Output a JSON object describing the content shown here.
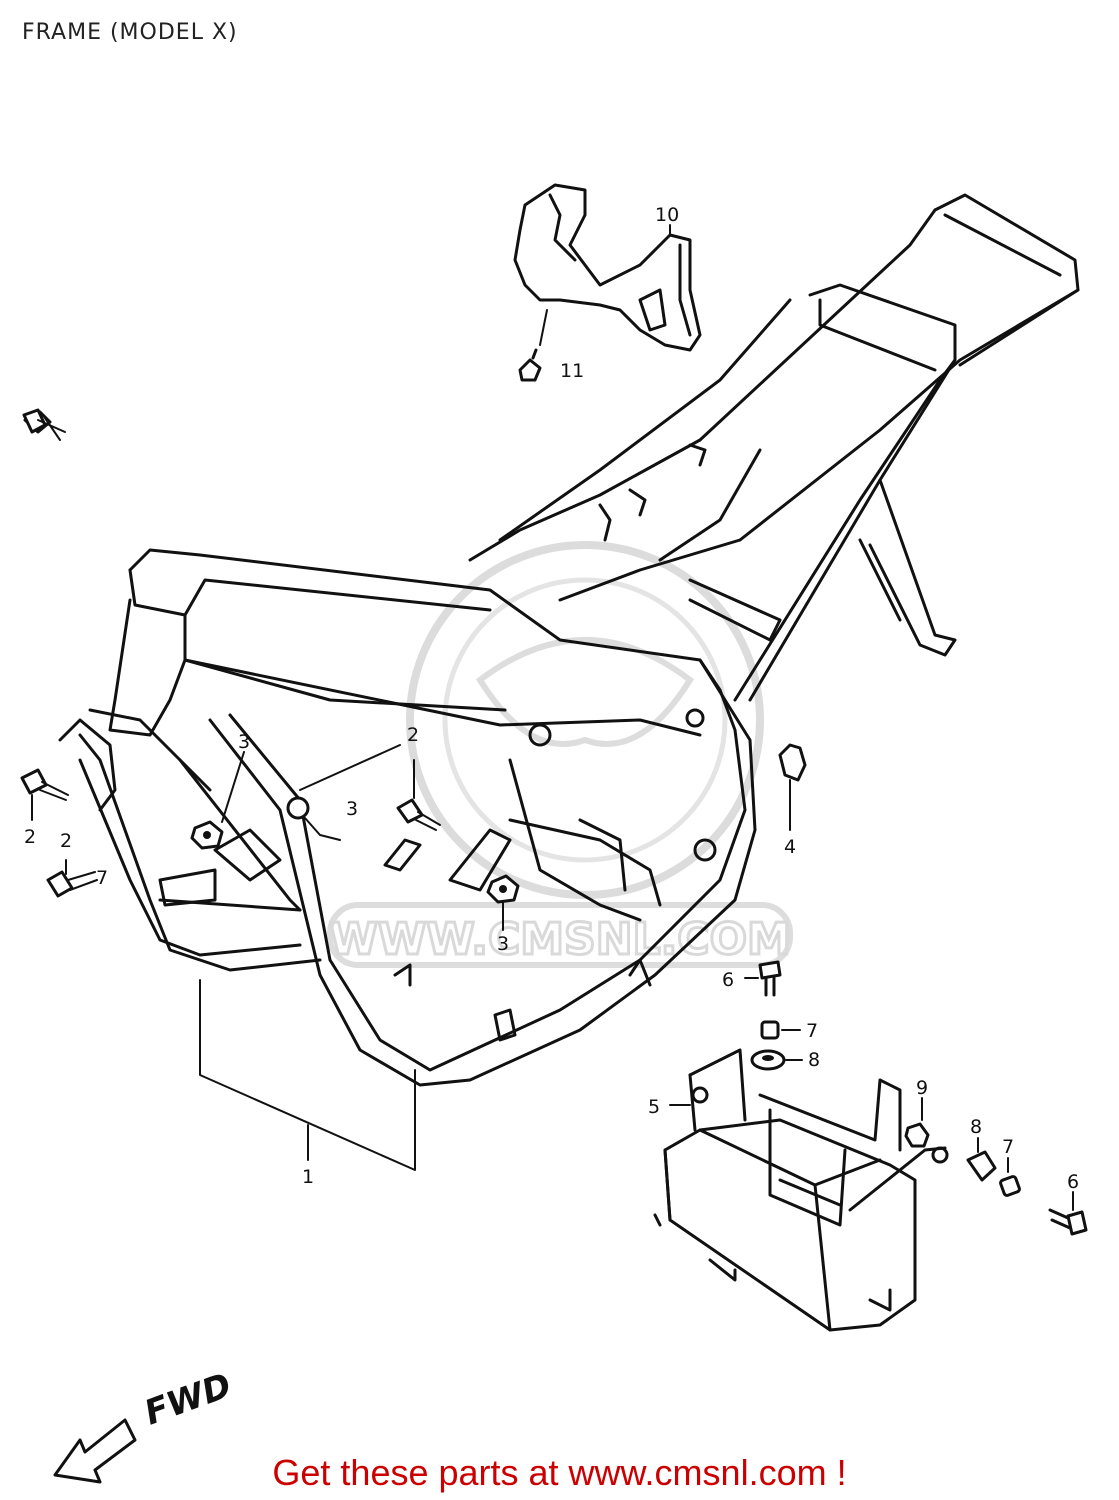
{
  "title": "FRAME (MODEL X)",
  "watermark": {
    "text": "WWW.CMSNL.COM",
    "color": "#d9d9d9"
  },
  "fwd_label": "FWD",
  "callouts": {
    "c1": "1",
    "c2a": "2",
    "c2b": "2",
    "c2c": "2",
    "c3a": "3",
    "c3b": "3",
    "c3c": "3",
    "c4": "4",
    "c5": "5",
    "c6a": "6",
    "c6b": "6",
    "c7a": "7",
    "c7b": "7",
    "c7c": "7",
    "c8a": "8",
    "c8b": "8",
    "c9": "9",
    "c10": "10",
    "c11": "11"
  },
  "footer": {
    "text": "Get these parts at www.cmsnl.com !",
    "color": "#cc0000"
  }
}
